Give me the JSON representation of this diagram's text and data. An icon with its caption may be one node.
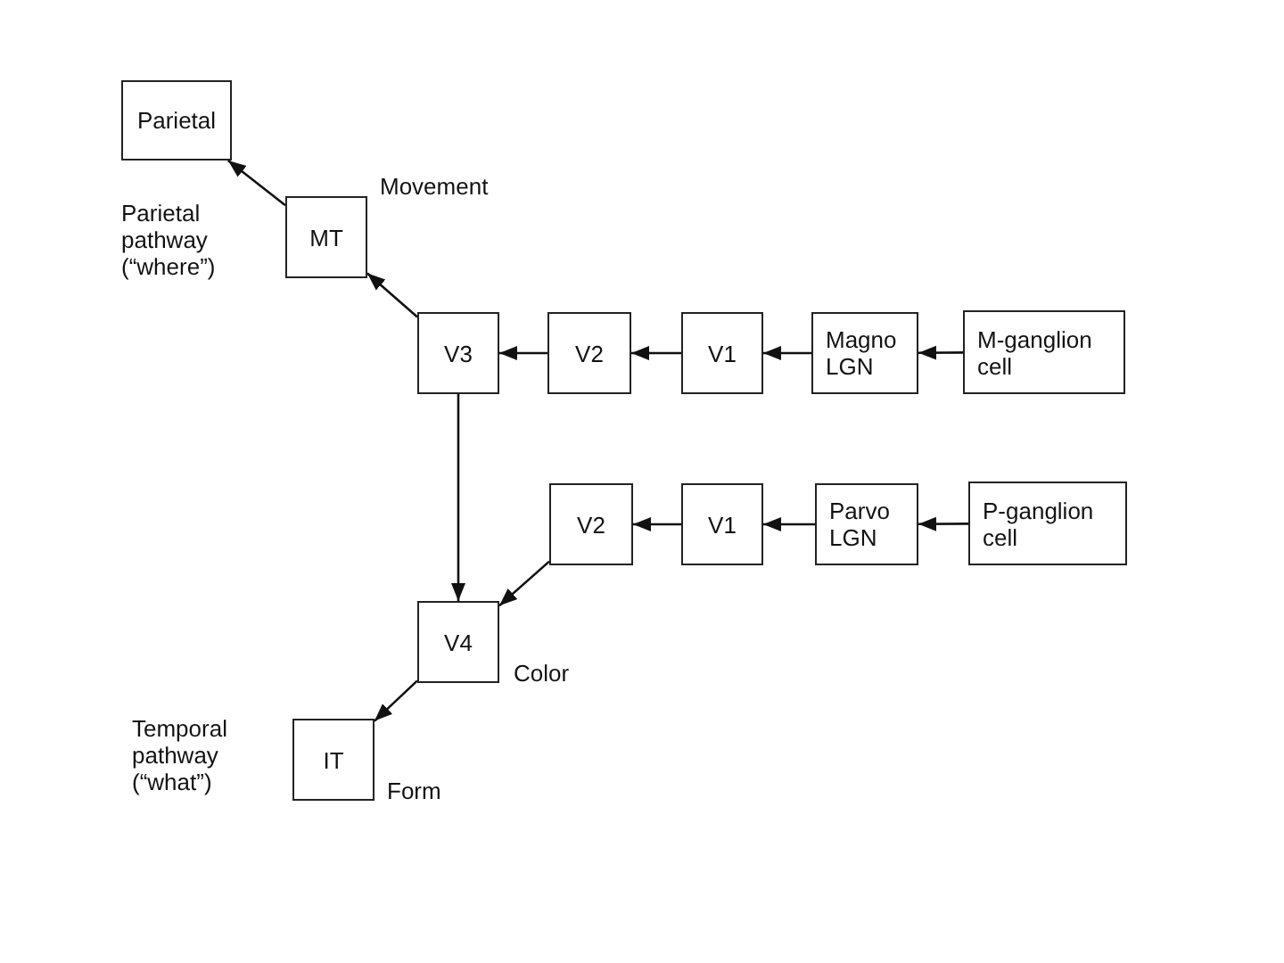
{
  "diagram": {
    "nodes": [
      {
        "text": [
          "Parietal"
        ]
      },
      {
        "text": [
          "MT"
        ],
        "beside": [
          "Movement"
        ]
      },
      {
        "text": [
          "V3"
        ]
      },
      {
        "text": [
          "V2"
        ]
      },
      {
        "text": [
          "V1"
        ]
      },
      {
        "text": [
          "Magno LGN"
        ]
      },
      {
        "text": [
          "M-ganglion cell"
        ]
      },
      {
        "text": [
          "V2"
        ]
      },
      {
        "text": [
          "V1"
        ]
      },
      {
        "text": [
          "Parvo LGN"
        ]
      },
      {
        "text": [
          "P-ganglion cell"
        ]
      },
      {
        "text": [
          "V4"
        ],
        "beside": [
          "Color"
        ]
      },
      {
        "text": [
          "IT"
        ],
        "beside": [
          "Form"
        ]
      }
    ],
    "edges": [
      {
        "from": 1,
        "to": 0,
        "arrow": "to"
      },
      {
        "from": 2,
        "to": 1,
        "arrow": "to"
      },
      {
        "from": 3,
        "to": 2,
        "arrow": "to"
      },
      {
        "from": 4,
        "to": 3,
        "arrow": "to"
      },
      {
        "from": 5,
        "to": 4,
        "arrow": "to"
      },
      {
        "from": 6,
        "to": 5,
        "arrow": "to"
      },
      {
        "from": 2,
        "to": 11,
        "arrow": "to"
      },
      {
        "from": 8,
        "to": 7,
        "arrow": "to"
      },
      {
        "from": 9,
        "to": 8,
        "arrow": "to"
      },
      {
        "from": 10,
        "to": 9,
        "arrow": "to"
      },
      {
        "from": 7,
        "to": 11,
        "arrow": "to"
      },
      {
        "from": 11,
        "to": 12,
        "arrow": "to"
      }
    ],
    "labels": [
      "Parietal pathway (“where”)",
      "Temporal pathway (“what”)"
    ]
  }
}
